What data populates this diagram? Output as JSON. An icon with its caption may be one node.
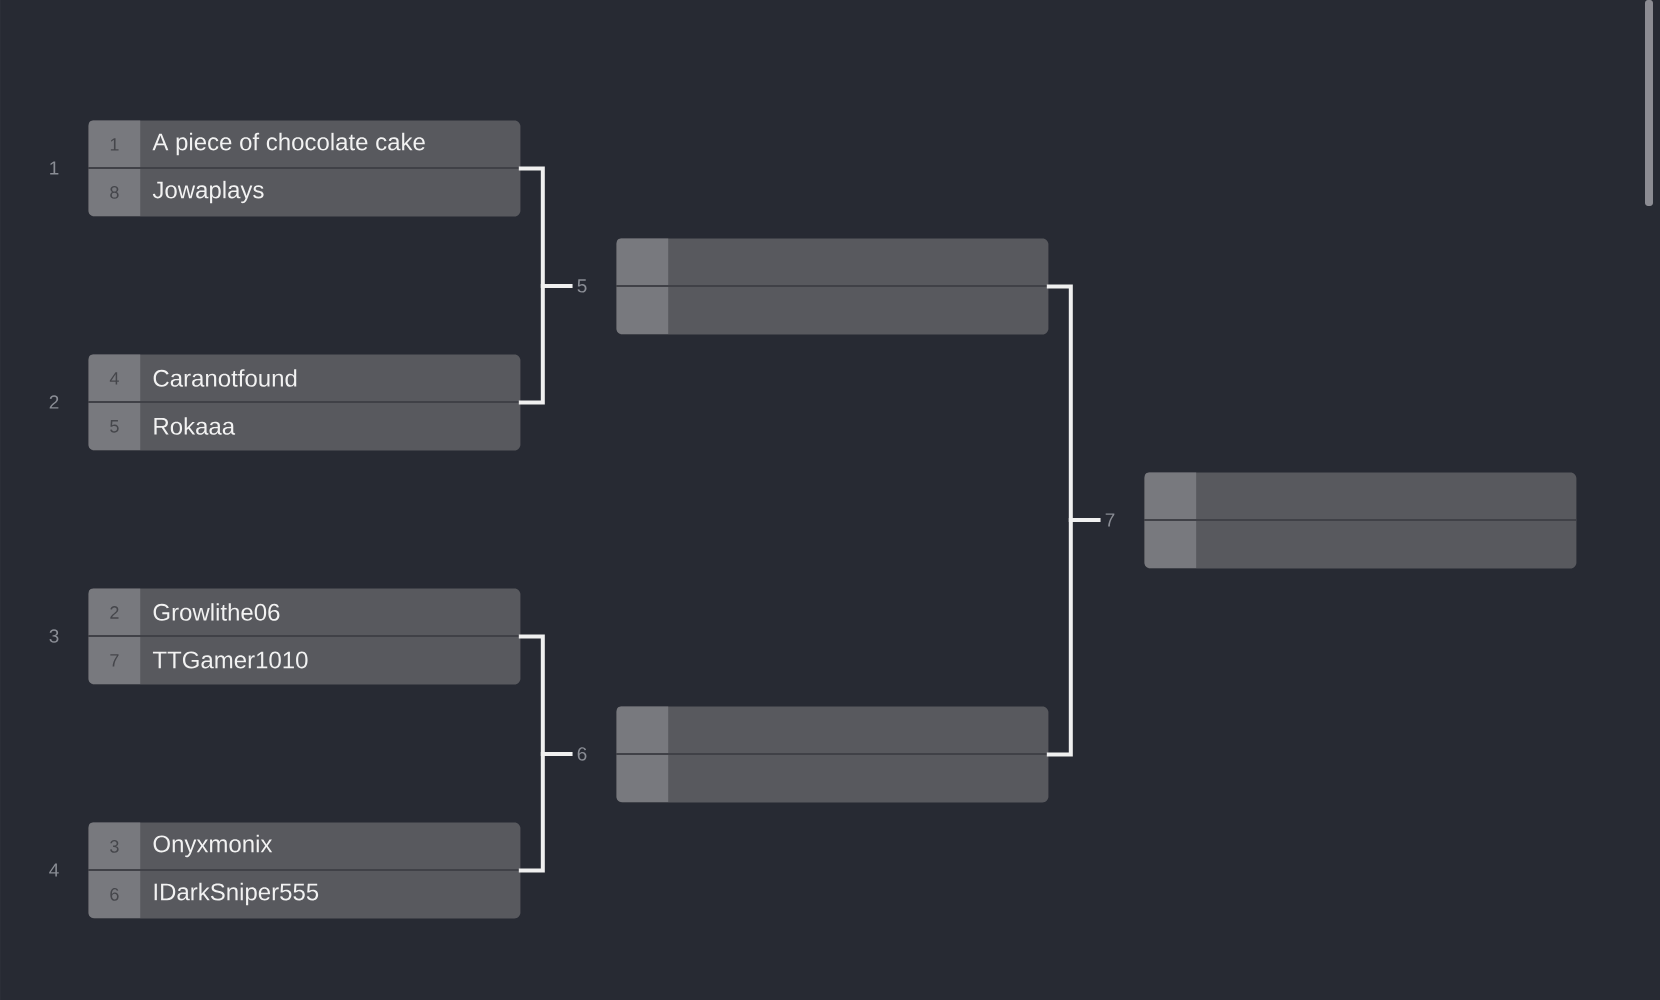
{
  "diagram": {
    "nodes": [
      {
        "text": [],
        "shape": "box",
        "beside": [
          "1"
        ]
      },
      {
        "text": [
          "1",
          "A piece of chocolate cake"
        ],
        "in": 0
      },
      {
        "text": [
          "8",
          "Jowaplays"
        ],
        "in": 0
      },
      {
        "text": [],
        "shape": "box",
        "beside": [
          "2"
        ]
      },
      {
        "text": [
          "4",
          "Caranotfound"
        ],
        "in": 3
      },
      {
        "text": [
          "5",
          "Rokaaa"
        ],
        "in": 3
      },
      {
        "text": [],
        "shape": "box",
        "beside": [
          "3"
        ]
      },
      {
        "text": [
          "2",
          "Growlithe06"
        ],
        "in": 6
      },
      {
        "text": [
          "7",
          "TTGamer1010"
        ],
        "in": 6
      },
      {
        "text": [],
        "shape": "box",
        "beside": [
          "4"
        ]
      },
      {
        "text": [
          "3",
          "Onyxmonix"
        ],
        "in": 9
      },
      {
        "text": [
          "6",
          "IDarkSniper555"
        ],
        "in": 9
      },
      {
        "text": [],
        "shape": "box",
        "beside": [
          "5"
        ]
      },
      {
        "text": [],
        "shape": "box",
        "in": 12
      },
      {
        "text": [],
        "shape": "box",
        "in": 12
      },
      {
        "text": [],
        "shape": "box",
        "beside": [
          "6"
        ]
      },
      {
        "text": [],
        "shape": "box",
        "in": 15
      },
      {
        "text": [],
        "shape": "box",
        "in": 15
      },
      {
        "text": [],
        "shape": "box",
        "beside": [
          "7"
        ]
      },
      {
        "text": [],
        "shape": "box",
        "in": 18
      },
      {
        "text": [],
        "shape": "box",
        "in": 18
      }
    ],
    "edges": [
      {
        "from": 0,
        "to": 12,
        "arrow": "none"
      },
      {
        "from": 3,
        "to": 12,
        "arrow": "none"
      },
      {
        "from": 6,
        "to": 15,
        "arrow": "none"
      },
      {
        "from": 9,
        "to": 15,
        "arrow": "none"
      },
      {
        "from": 12,
        "to": 18,
        "arrow": "none"
      },
      {
        "from": 15,
        "to": 18,
        "arrow": "none"
      }
    ]
  }
}
